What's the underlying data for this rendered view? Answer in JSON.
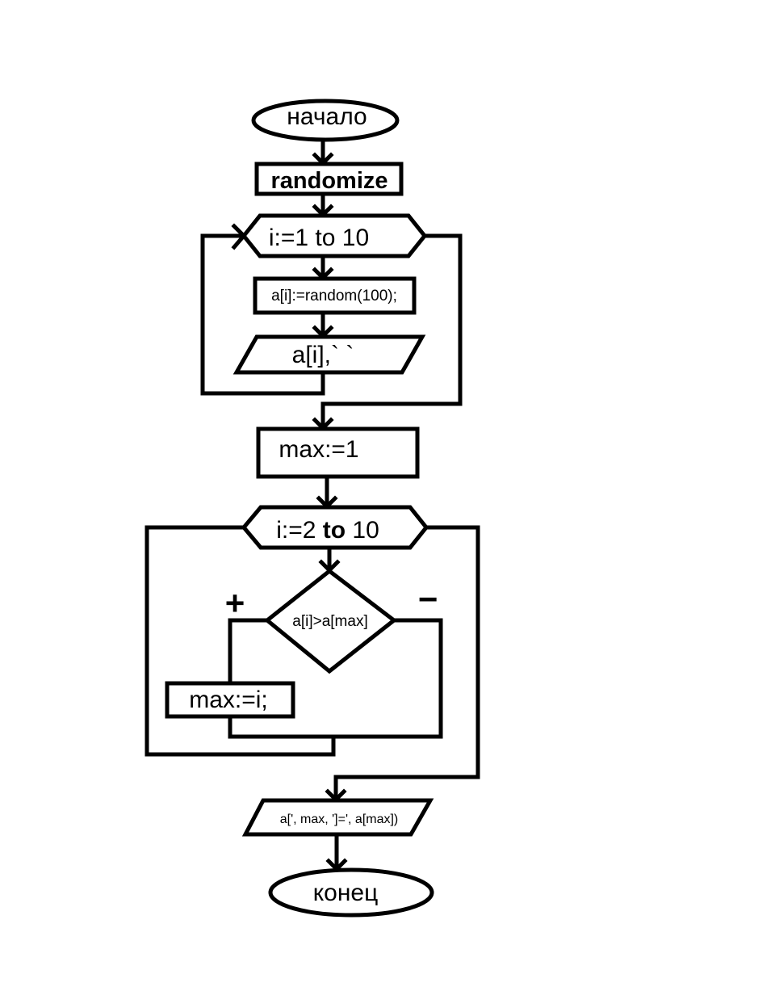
{
  "flowchart": {
    "start": "начало",
    "randomize": "randomize",
    "loop1": "i:=1 to 10",
    "assign_random": "a[i]:=random(100);",
    "output1": "a[i],` `",
    "max_init": "max:=1",
    "loop2": {
      "prefix": "i:=2 ",
      "keyword": "to",
      "suffix": " 10"
    },
    "condition": "a[i]>a[max]",
    "branch_yes": "+",
    "branch_no": "−",
    "max_assign": "max:=i;",
    "output2": "a[', max, ']=', a[max])",
    "end": "конец"
  }
}
